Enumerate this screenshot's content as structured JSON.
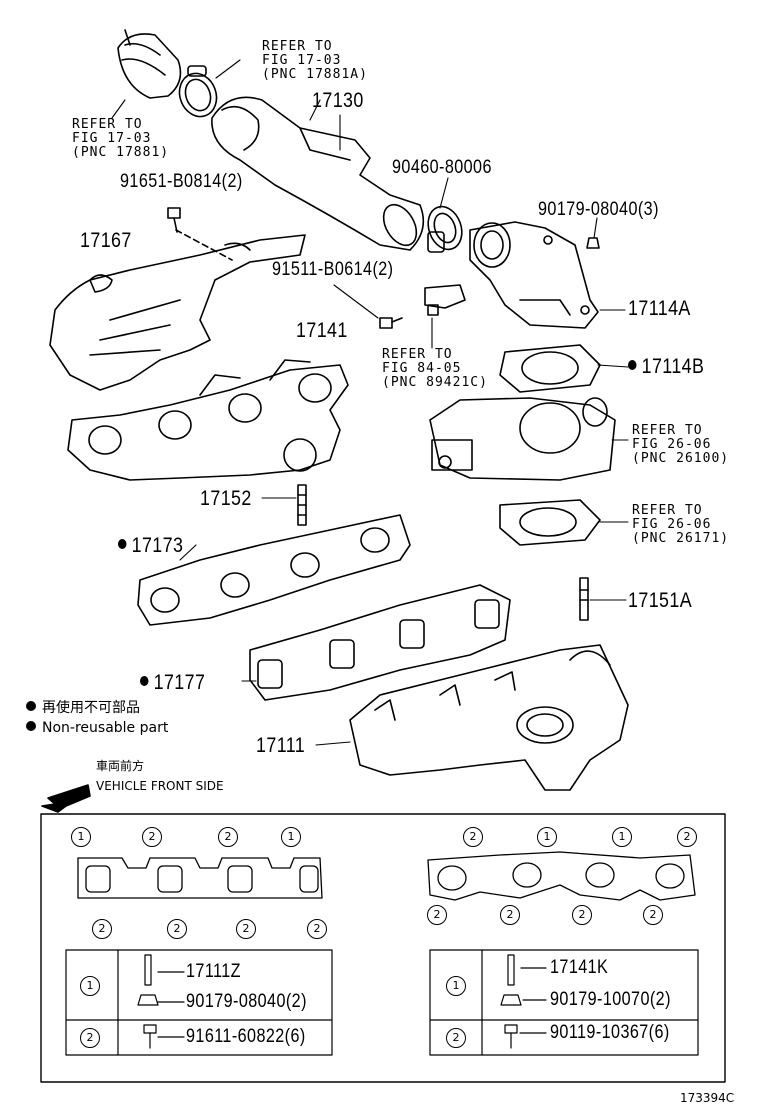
{
  "diagram": {
    "id": "173394C",
    "labels": {
      "p17130": "17130",
      "p90460": "90460-80006",
      "p91651": "91651-B0814(2)",
      "p90179_3": "90179-08040(3)",
      "p17167": "17167",
      "p91511": "91511-B0614(2)",
      "p17114A": "17114A",
      "p17141": "17141",
      "p17114B": "17114B",
      "p17152": "17152",
      "p17173": "17173",
      "p17151A": "17151A",
      "p17177": "17177",
      "p17111": "17111"
    },
    "refs": {
      "r1": "REFER TO\nFIG 17-03\n(PNC 17881A)",
      "r2": "REFER TO\nFIG 17-03\n(PNC 17881)",
      "r3": "REFER TO\nFIG 84-05\n(PNC 89421C)",
      "r4": "REFER TO\nFIG 26-06\n(PNC 26100)",
      "r5": "REFER TO\nFIG 26-06\n(PNC 26171)"
    },
    "legend": {
      "jp": "再使用不可部品",
      "en": "Non-reusable part"
    },
    "direction": {
      "jp": "車両前方",
      "en": "VEHICLE FRONT SIDE"
    }
  },
  "tables": {
    "left": {
      "row1_part1": "17111Z",
      "row1_part2": "90179-08040(2)",
      "row2_part": "91611-60822(6)"
    },
    "right": {
      "row1_part1": "17141K",
      "row1_part2": "90179-10070(2)",
      "row2_part": "90119-10367(6)"
    },
    "markers": {
      "one": "1",
      "two": "2"
    }
  }
}
